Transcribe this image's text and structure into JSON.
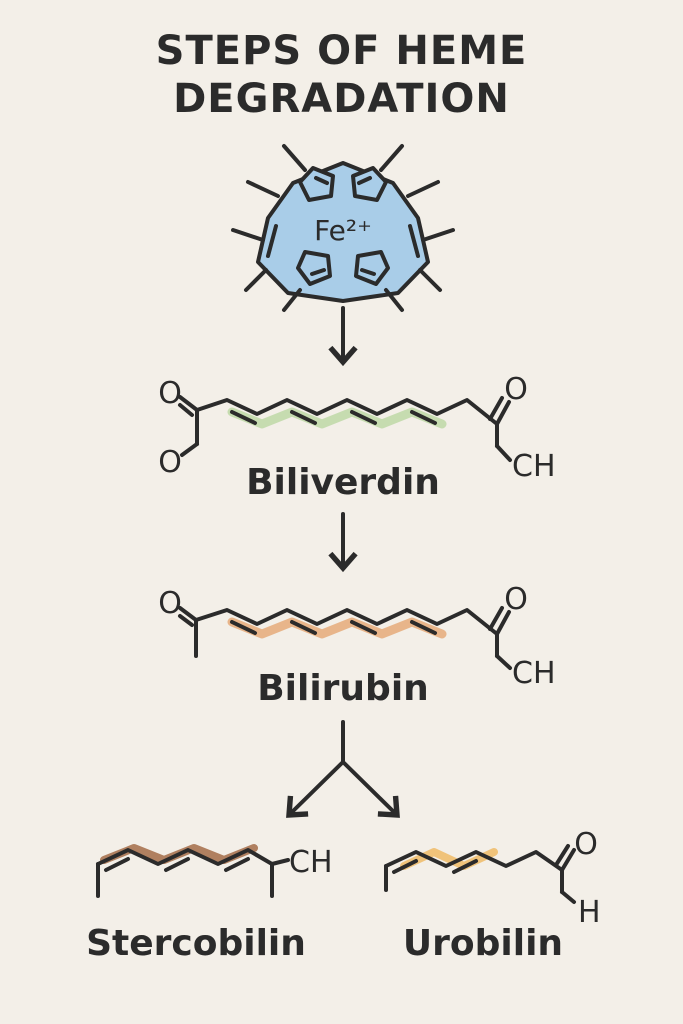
{
  "title": {
    "line1": "STEPS OF HEME",
    "line2": "DEGRADATION"
  },
  "heme": {
    "center_label": "Fe²⁺",
    "ring_fill": "#a9cde8"
  },
  "biliverdin": {
    "name": "Biliverdin",
    "atoms": {
      "o_top_left": "O",
      "o_bottom_left": "O",
      "o_top_right": "O",
      "ch_right": "CH"
    },
    "accent": "#c6dcb0"
  },
  "bilirubin": {
    "name": "Bilirubin",
    "atoms": {
      "o_top_left": "O",
      "o_top_right": "O",
      "ch_right": "CH"
    },
    "accent": "#e8b58a"
  },
  "stercobilin": {
    "name": "Stercobilin",
    "atoms": {
      "ch_right": "CH"
    },
    "accent": "#b08060"
  },
  "urobilin": {
    "name": "Urobilin",
    "atoms": {
      "o_top": "O",
      "h_bottom": "H"
    },
    "accent": "#f0c37a"
  },
  "colors": {
    "ink": "#2b2b2b",
    "background": "#f3efe8"
  }
}
